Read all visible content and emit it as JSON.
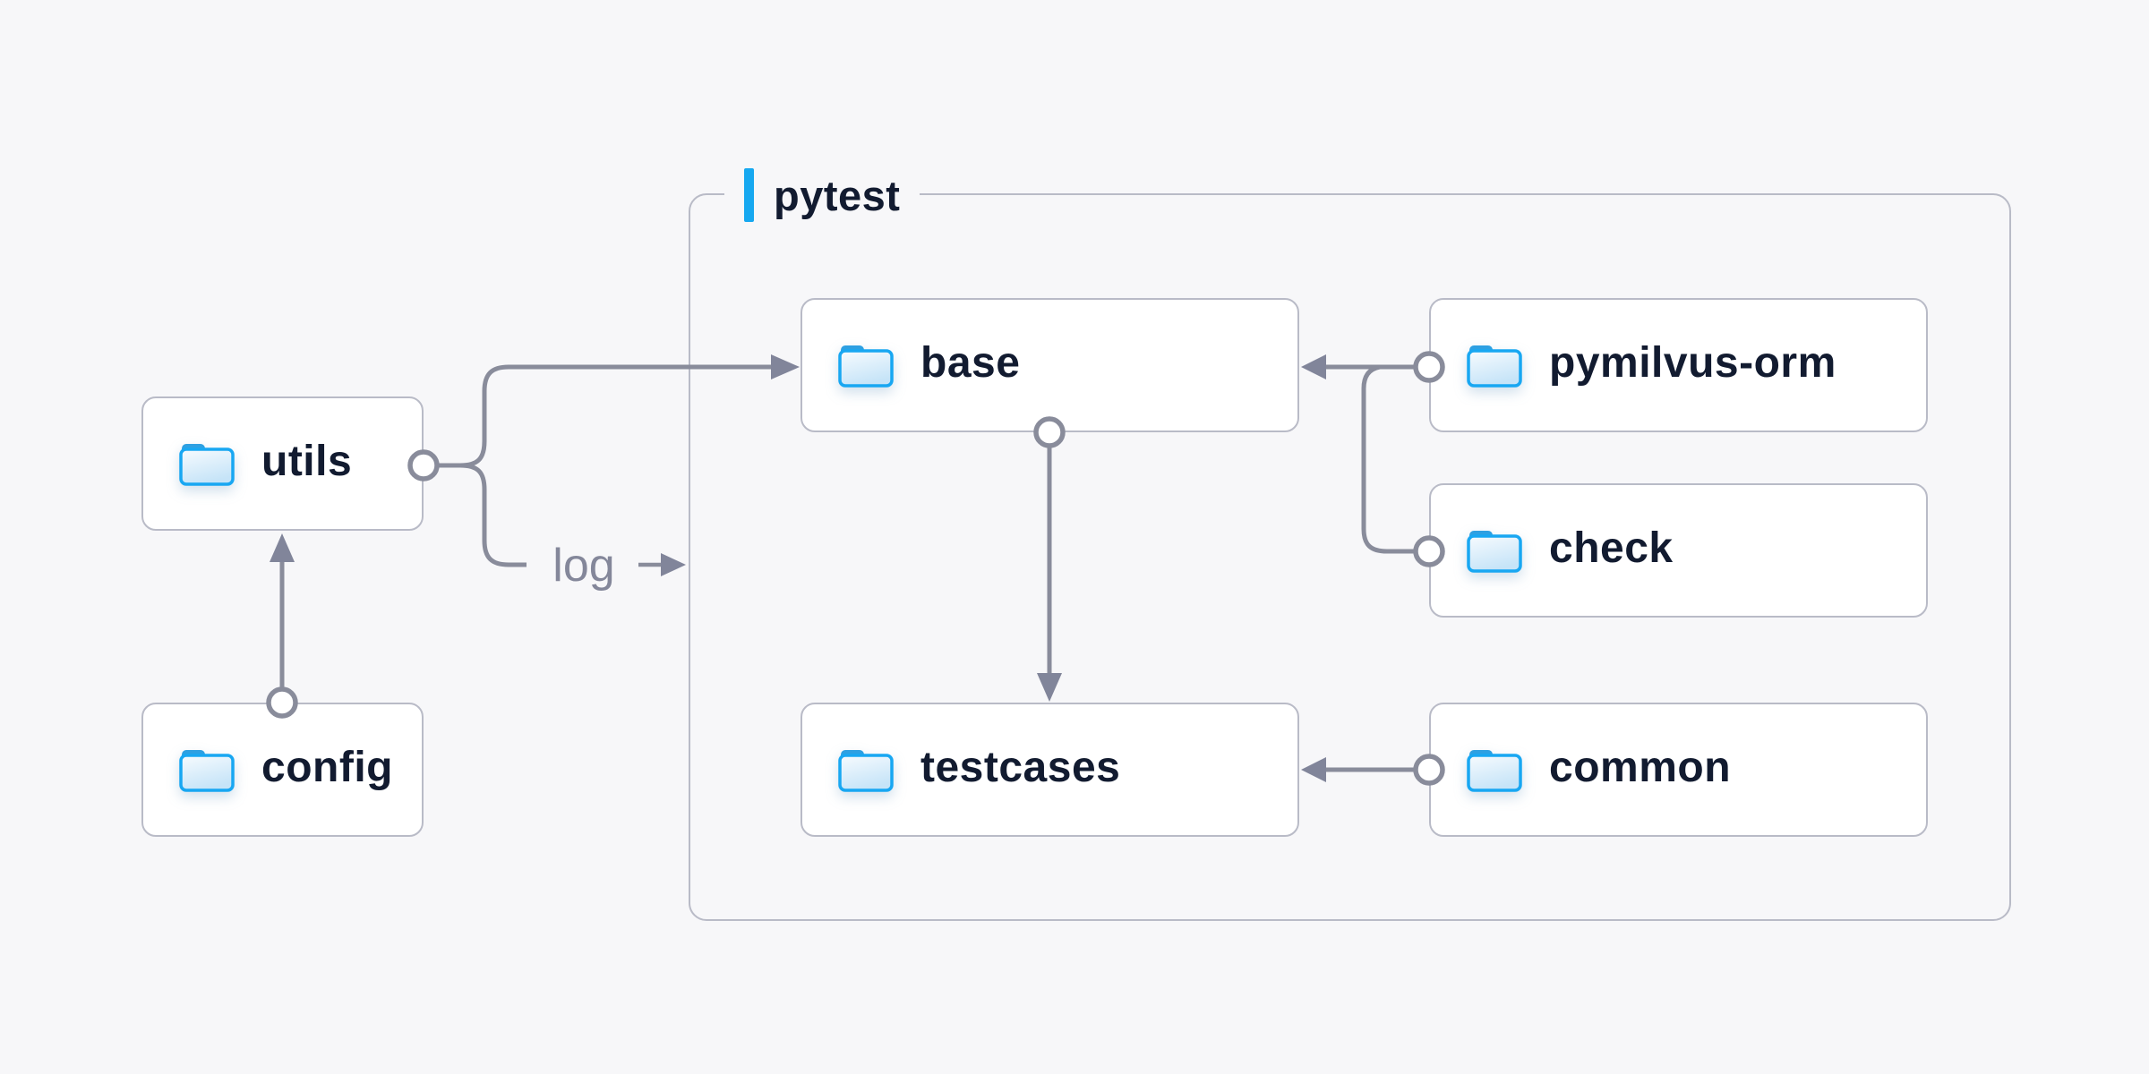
{
  "page": {
    "background": "#f7f7f9",
    "description": "Folder dependency diagram"
  },
  "colors": {
    "accent_blue": "#16a8f0",
    "folder_blue": "#18a7f2",
    "folder_tab_blue": "#2ea0e2",
    "node_text": "#121b30",
    "line_gray": "#898c9b",
    "border_gray": "#b9bbc7",
    "node_background": "#ffffff"
  },
  "group": {
    "label": "pytest",
    "accent": "blue-bar"
  },
  "nodes": {
    "utils": {
      "label": "utils",
      "icon": "folder-icon"
    },
    "config": {
      "label": "config",
      "icon": "folder-icon"
    },
    "base": {
      "label": "base",
      "icon": "folder-icon"
    },
    "pymilvus_orm": {
      "label": "pymilvus-orm",
      "icon": "folder-icon"
    },
    "check": {
      "label": "check",
      "icon": "folder-icon"
    },
    "testcases": {
      "label": "testcases",
      "icon": "folder-icon"
    },
    "common": {
      "label": "common",
      "icon": "folder-icon"
    }
  },
  "edges": [
    {
      "from": "config",
      "to": "utils"
    },
    {
      "from": "utils",
      "to": "base"
    },
    {
      "from": "utils",
      "to": "log",
      "label": "log"
    },
    {
      "from": "pymilvus-orm",
      "to": "base"
    },
    {
      "from": "check",
      "to": "base"
    },
    {
      "from": "base",
      "to": "testcases"
    },
    {
      "from": "common",
      "to": "testcases"
    }
  ],
  "edge_labels": {
    "log": "log"
  }
}
